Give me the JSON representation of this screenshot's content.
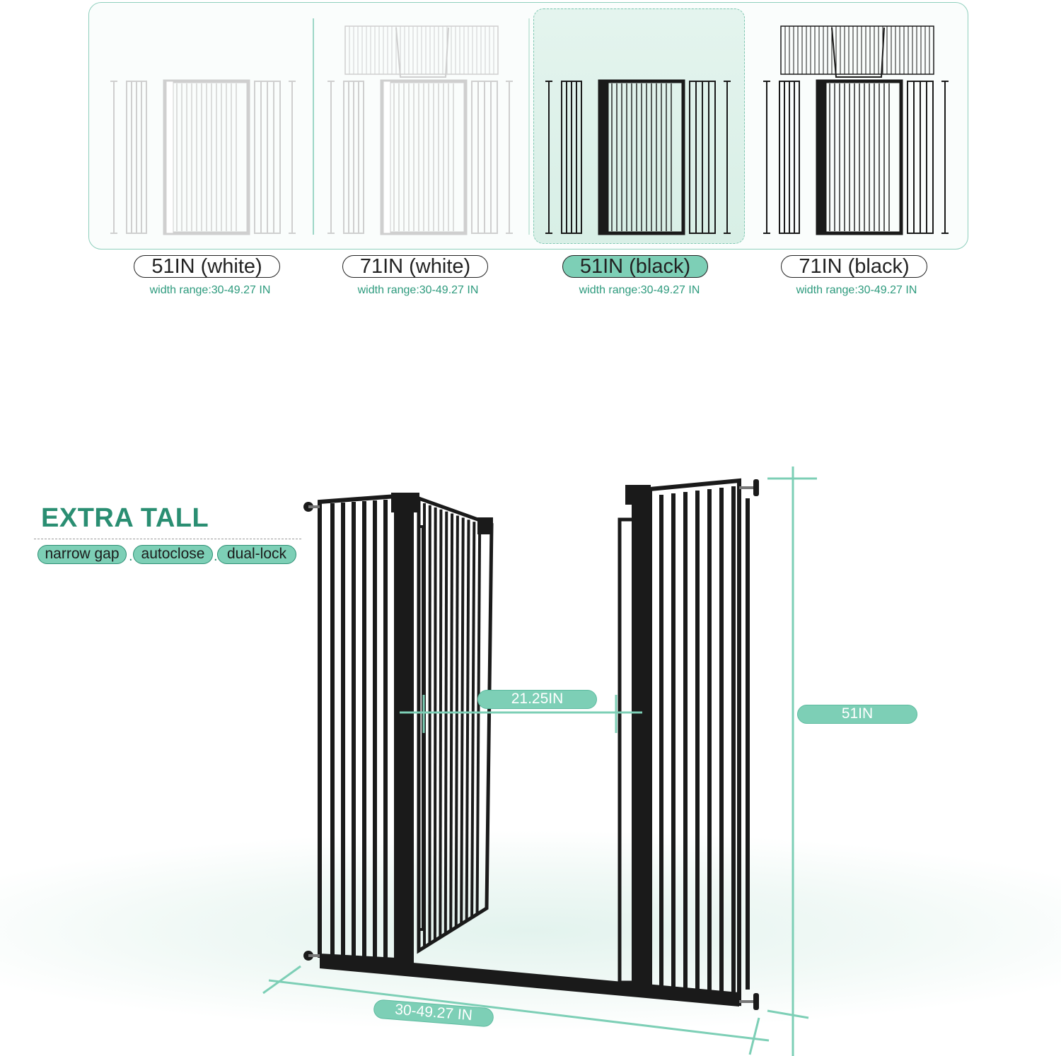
{
  "options": [
    {
      "label": "51IN (white)",
      "range": "width range:30-49.27 IN",
      "color": "#ffffff",
      "extension": false,
      "selected": false
    },
    {
      "label": "71IN (white)",
      "range": "width range:30-49.27 IN",
      "color": "#ffffff",
      "extension": true,
      "selected": false
    },
    {
      "label": "51IN (black)",
      "range": "width range:30-49.27 IN",
      "color": "#1a1a1a",
      "extension": false,
      "selected": true
    },
    {
      "label": "71IN (black)",
      "range": "width range:30-49.27 IN",
      "color": "#1a1a1a",
      "extension": true,
      "selected": false
    }
  ],
  "feature": {
    "title": "EXTRA TALL",
    "tags": [
      "narrow gap",
      "autoclose",
      "dual-lock"
    ]
  },
  "dimensions": {
    "gap": "21.25IN",
    "height": "51IN",
    "width": "30-49.27 IN"
  },
  "colors": {
    "accent": "#7dcfb6",
    "accent_dark": "#2a8e72",
    "gate": "#1a1a1a"
  }
}
